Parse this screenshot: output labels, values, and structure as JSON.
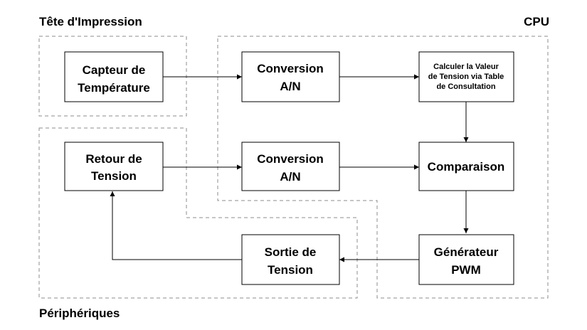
{
  "groups": {
    "print_head": "Tête d'Impression",
    "cpu": "CPU",
    "peripherals": "Périphériques"
  },
  "nodes": {
    "temp_sensor": [
      "Capteur de",
      "Température"
    ],
    "adc_top": [
      "Conversion",
      "A/N"
    ],
    "lookup": [
      "Calculer la Valeur",
      "de Tension via Table",
      "de Consultation"
    ],
    "voltage_feedback": [
      "Retour de",
      "Tension"
    ],
    "adc_mid": [
      "Conversion",
      "A/N"
    ],
    "comparison": [
      "Comparaison"
    ],
    "pwm_generator": [
      "Générateur",
      "PWM"
    ],
    "voltage_output": [
      "Sortie de",
      "Tension"
    ]
  },
  "edges": [
    {
      "from": "temp_sensor",
      "to": "adc_top"
    },
    {
      "from": "adc_top",
      "to": "lookup"
    },
    {
      "from": "lookup",
      "to": "comparison"
    },
    {
      "from": "voltage_feedback",
      "to": "adc_mid"
    },
    {
      "from": "adc_mid",
      "to": "comparison"
    },
    {
      "from": "comparison",
      "to": "pwm_generator"
    },
    {
      "from": "pwm_generator",
      "to": "voltage_output"
    },
    {
      "from": "voltage_output",
      "to": "voltage_feedback"
    }
  ]
}
